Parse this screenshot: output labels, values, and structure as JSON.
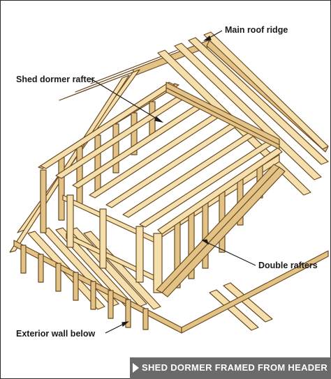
{
  "labels": {
    "main_roof_ridge": "Main roof ridge",
    "shed_dormer_rafter": "Shed dormer rafter",
    "double_rafters": "Double rafters",
    "exterior_wall_below": "Exterior wall below"
  },
  "caption": "SHED DORMER FRAMED FROM HEADER",
  "colors": {
    "lumber_light": "#f4dfad",
    "lumber_mid": "#e3c385",
    "lumber_dark": "#c59a55",
    "outline": "#6b4a22",
    "caption_bar": "#6a6a6a"
  }
}
